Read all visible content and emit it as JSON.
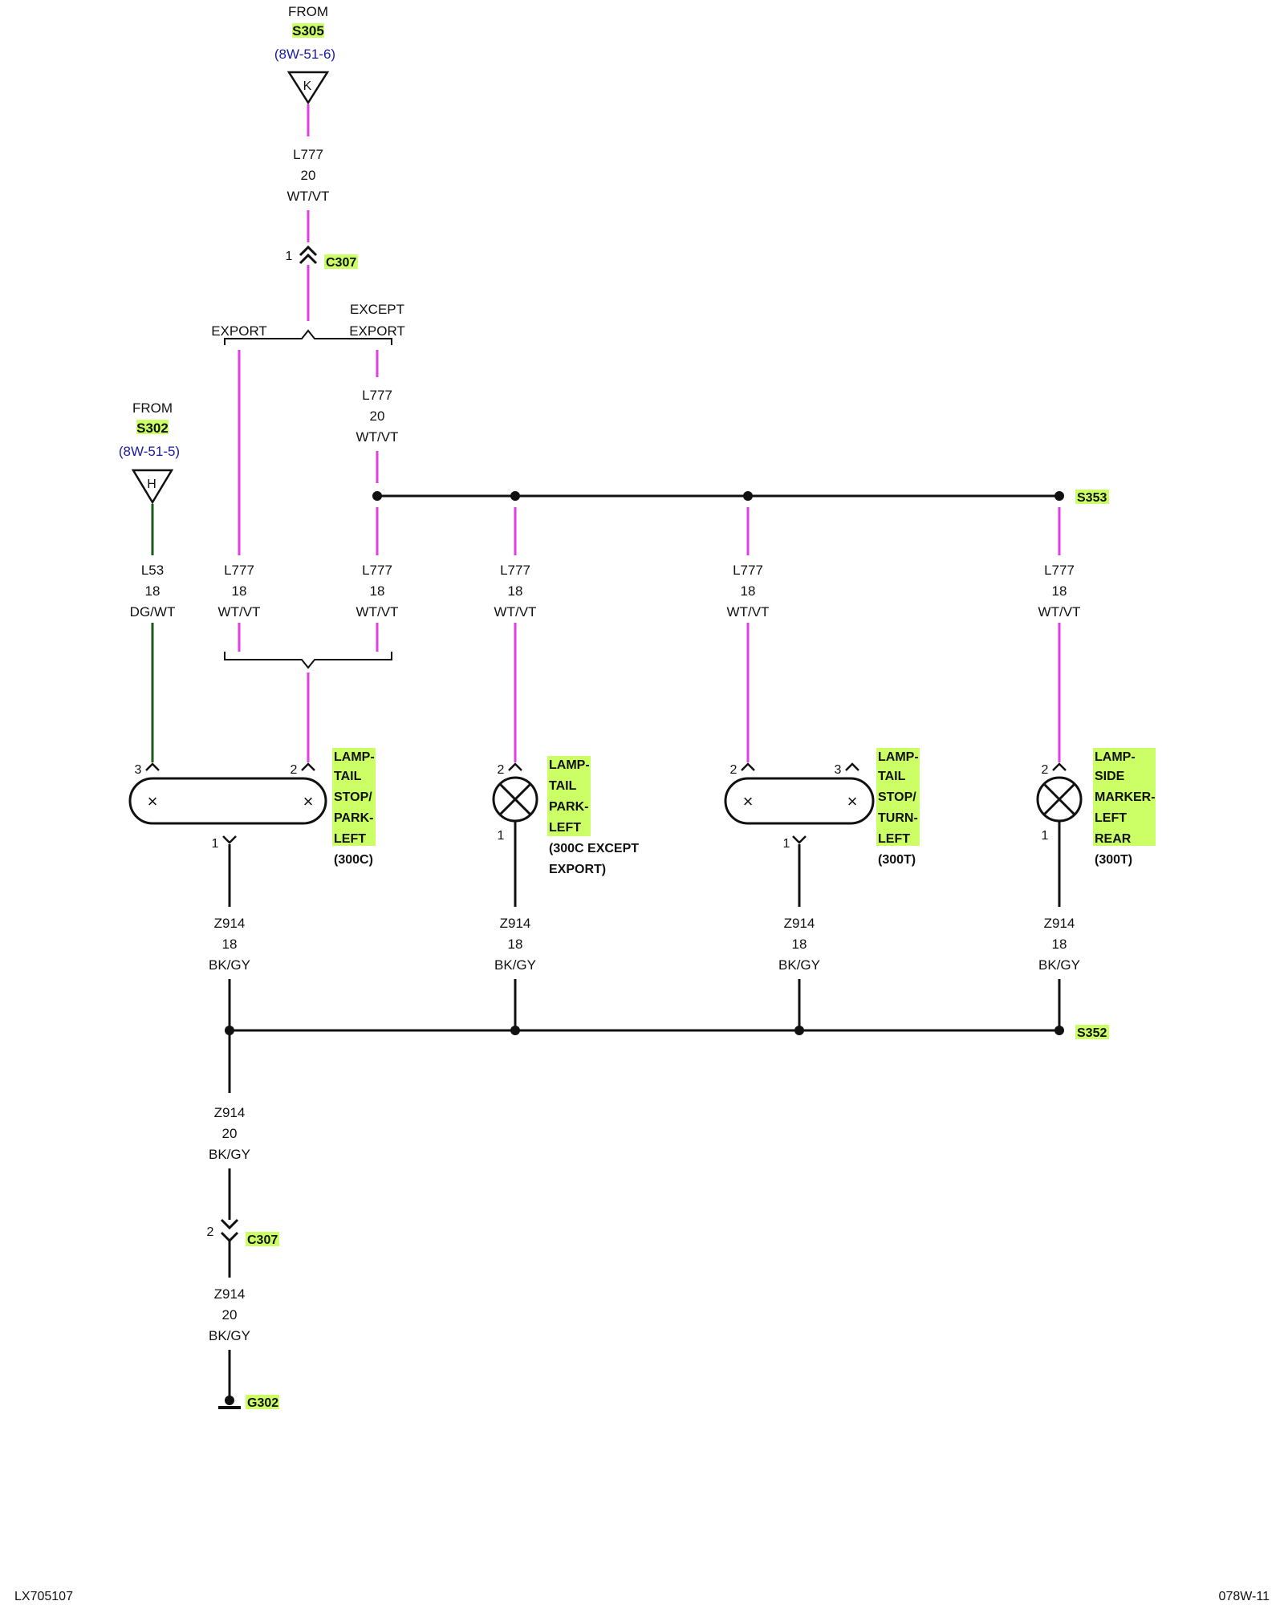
{
  "colors": {
    "wire_wt_vt": "#e040e0",
    "wire_dg_wt": "#1a5a1a",
    "wire_black": "#111111",
    "highlight": "#ccff66",
    "reference_text": "#1a1aa8"
  },
  "sources": {
    "s305": {
      "from": "FROM",
      "id": "S305",
      "ref": "(8W-51-6)",
      "letter": "K"
    },
    "s302": {
      "from": "FROM",
      "id": "S302",
      "ref": "(8W-51-5)",
      "letter": "H"
    }
  },
  "connectors": {
    "c307_top": {
      "id": "C307",
      "pin": "1"
    },
    "c307_bottom": {
      "id": "C307",
      "pin": "2"
    }
  },
  "options": {
    "export": "EXPORT",
    "except": "EXCEPT",
    "except_export": "EXPORT"
  },
  "wires": {
    "w_top": {
      "circuit": "L777",
      "gauge": "20",
      "color": "WT/VT"
    },
    "w_except": {
      "circuit": "L777",
      "gauge": "20",
      "color": "WT/VT"
    },
    "w_l53": {
      "circuit": "L53",
      "gauge": "18",
      "color": "DG/WT"
    },
    "w_export": {
      "circuit": "L777",
      "gauge": "18",
      "color": "WT/VT"
    },
    "w_except2": {
      "circuit": "L777",
      "gauge": "18",
      "color": "WT/VT"
    },
    "w_park": {
      "circuit": "L777",
      "gauge": "18",
      "color": "WT/VT"
    },
    "w_300t": {
      "circuit": "L777",
      "gauge": "18",
      "color": "WT/VT"
    },
    "w_side": {
      "circuit": "L777",
      "gauge": "18",
      "color": "WT/VT"
    },
    "g1": {
      "circuit": "Z914",
      "gauge": "18",
      "color": "BK/GY"
    },
    "g2": {
      "circuit": "Z914",
      "gauge": "18",
      "color": "BK/GY"
    },
    "g3": {
      "circuit": "Z914",
      "gauge": "18",
      "color": "BK/GY"
    },
    "g4": {
      "circuit": "Z914",
      "gauge": "18",
      "color": "BK/GY"
    },
    "g_main": {
      "circuit": "Z914",
      "gauge": "20",
      "color": "BK/GY"
    },
    "g_final": {
      "circuit": "Z914",
      "gauge": "20",
      "color": "BK/GY"
    }
  },
  "splices": {
    "s353": "S353",
    "s352": "S352"
  },
  "ground": {
    "id": "G302"
  },
  "components": {
    "lamp_tail_stop_park": {
      "lines": [
        "LAMP-",
        "TAIL",
        "STOP/",
        "PARK-",
        "LEFT"
      ],
      "variant": "(300C)",
      "pins": [
        "3",
        "2",
        "1"
      ]
    },
    "lamp_tail_park": {
      "lines": [
        "LAMP-",
        "TAIL",
        "PARK-",
        "LEFT"
      ],
      "variant": [
        "(300C EXCEPT",
        "EXPORT)"
      ],
      "pins": [
        "2",
        "1"
      ]
    },
    "lamp_tail_stop_turn": {
      "lines": [
        "LAMP-",
        "TAIL",
        "STOP/",
        "TURN-",
        "LEFT"
      ],
      "variant": "(300T)",
      "pins": [
        "2",
        "3",
        "1"
      ]
    },
    "lamp_side_marker": {
      "lines": [
        "LAMP-",
        "SIDE",
        "MARKER-",
        "LEFT",
        "REAR"
      ],
      "variant": "(300T)",
      "pins": [
        "2",
        "1"
      ]
    }
  },
  "footer": {
    "left": "LX705107",
    "right": "078W-11"
  }
}
